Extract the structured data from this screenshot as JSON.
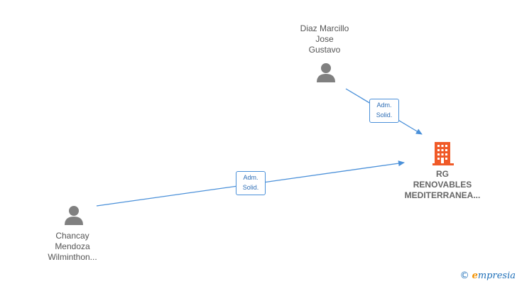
{
  "nodes": {
    "person_top": {
      "lines": [
        "Diaz Marcillo",
        "Jose",
        "Gustavo"
      ]
    },
    "person_left": {
      "lines": [
        "Chancay",
        "Mendoza",
        "Wilminthon..."
      ]
    },
    "company": {
      "lines": [
        "RG",
        "RENOVABLES",
        "MEDITERRANEA..."
      ]
    }
  },
  "edges": [
    {
      "from": "person_top",
      "to": "company",
      "label_lines": [
        "Adm.",
        "Solid."
      ]
    },
    {
      "from": "person_left",
      "to": "company",
      "label_lines": [
        "Adm.",
        "Solid."
      ]
    }
  ],
  "colors": {
    "edge": "#4a90d9",
    "person_icon": "#808080",
    "company_icon": "#f05a28"
  },
  "brand": {
    "copyright": "©",
    "first_letter": "e",
    "rest": "mpresia"
  }
}
